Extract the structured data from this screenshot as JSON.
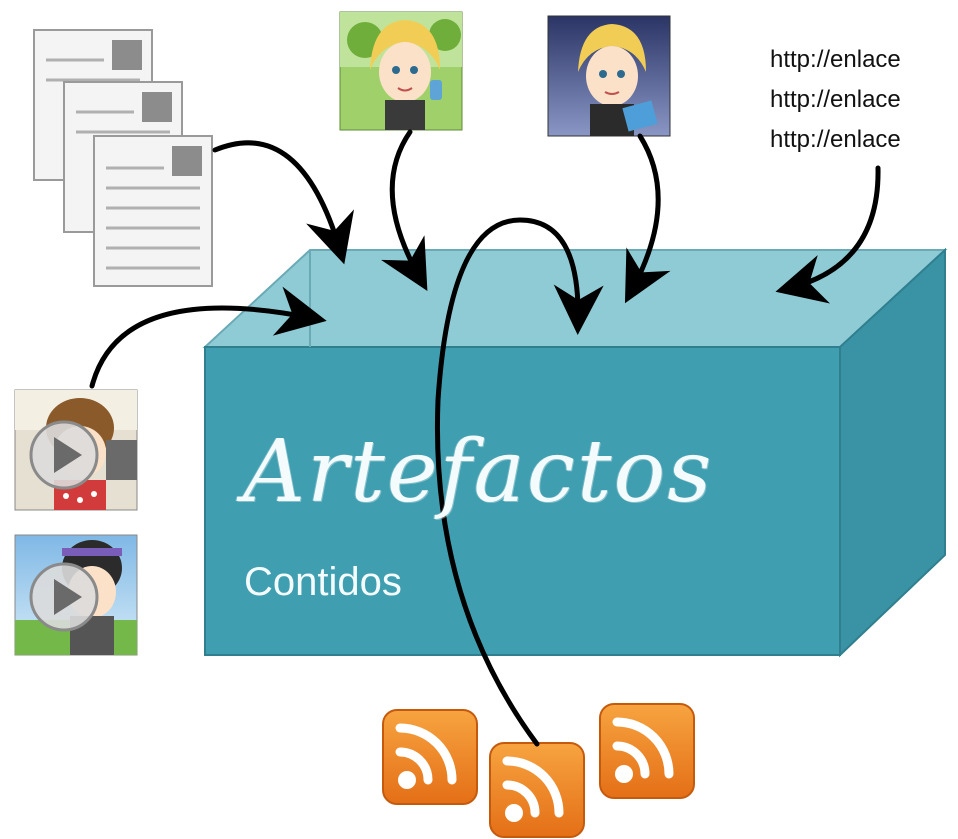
{
  "box": {
    "title": "Artefactos",
    "subtitle": "Contidos",
    "front_color": "#3f9eb0",
    "top_color": "#8ecbd5",
    "side_color": "#3a93a5"
  },
  "links": [
    "http://enlace",
    "http://enlace",
    "http://enlace"
  ],
  "sources": {
    "documents": {
      "icon": "document-stack-icon",
      "count": 3
    },
    "avatars": [
      {
        "icon": "avatar-outdoor-icon"
      },
      {
        "icon": "avatar-night-icon"
      }
    ],
    "videos": [
      {
        "icon": "video-thumbnail-play-icon"
      },
      {
        "icon": "video-thumbnail-play-icon"
      }
    ],
    "feeds": {
      "icon": "rss-feed-icon",
      "count": 3,
      "color": "#f08a24"
    }
  }
}
